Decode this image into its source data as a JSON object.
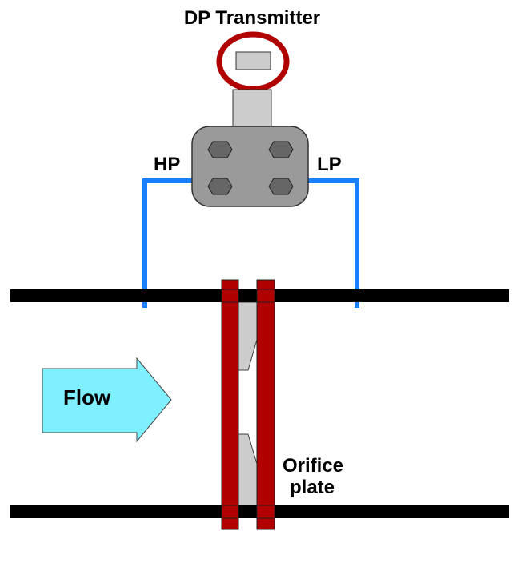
{
  "labels": {
    "transmitter": "DP Transmitter",
    "high_pressure": "HP",
    "low_pressure": "LP",
    "flow": "Flow",
    "orifice_line1": "Orifice",
    "orifice_line2": "plate"
  },
  "colors": {
    "pipe": "#000000",
    "impulse_line": "#1a7fff",
    "orifice_plate": "#b00000",
    "highlight_ring": "#b00000",
    "transmitter_body": "#9a9a9a",
    "transmitter_neck": "#cccccc",
    "bolt": "#666666",
    "flow_arrow_fill": "#7ff0ff",
    "bore_gap": "#cccccc"
  },
  "icons": {
    "flow_direction": "right-arrow",
    "bolt_shape": "hexagon"
  }
}
